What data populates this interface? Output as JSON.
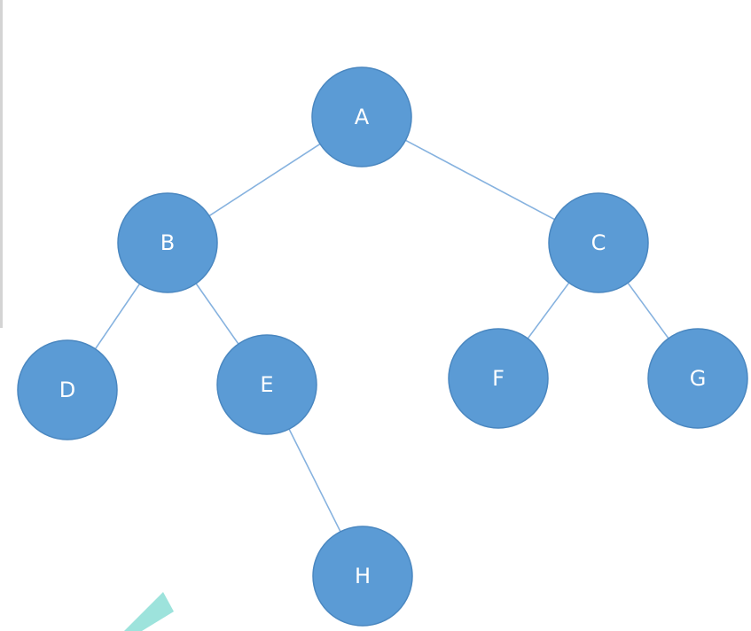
{
  "diagram": {
    "type": "binary-tree",
    "nodes": [
      {
        "id": "A",
        "label": "A"
      },
      {
        "id": "B",
        "label": "B"
      },
      {
        "id": "C",
        "label": "C"
      },
      {
        "id": "D",
        "label": "D"
      },
      {
        "id": "E",
        "label": "E"
      },
      {
        "id": "F",
        "label": "F"
      },
      {
        "id": "G",
        "label": "G"
      },
      {
        "id": "H",
        "label": "H"
      }
    ],
    "edges": [
      {
        "from": "A",
        "to": "B"
      },
      {
        "from": "A",
        "to": "C"
      },
      {
        "from": "B",
        "to": "D"
      },
      {
        "from": "B",
        "to": "E"
      },
      {
        "from": "C",
        "to": "F"
      },
      {
        "from": "C",
        "to": "G"
      },
      {
        "from": "E",
        "to": "H"
      }
    ]
  },
  "colors": {
    "node_fill": "#5b9bd5",
    "node_stroke": "#4a87c0",
    "edge": "#86b2df",
    "label": "#ffffff",
    "cursor": "#9de3dc"
  }
}
